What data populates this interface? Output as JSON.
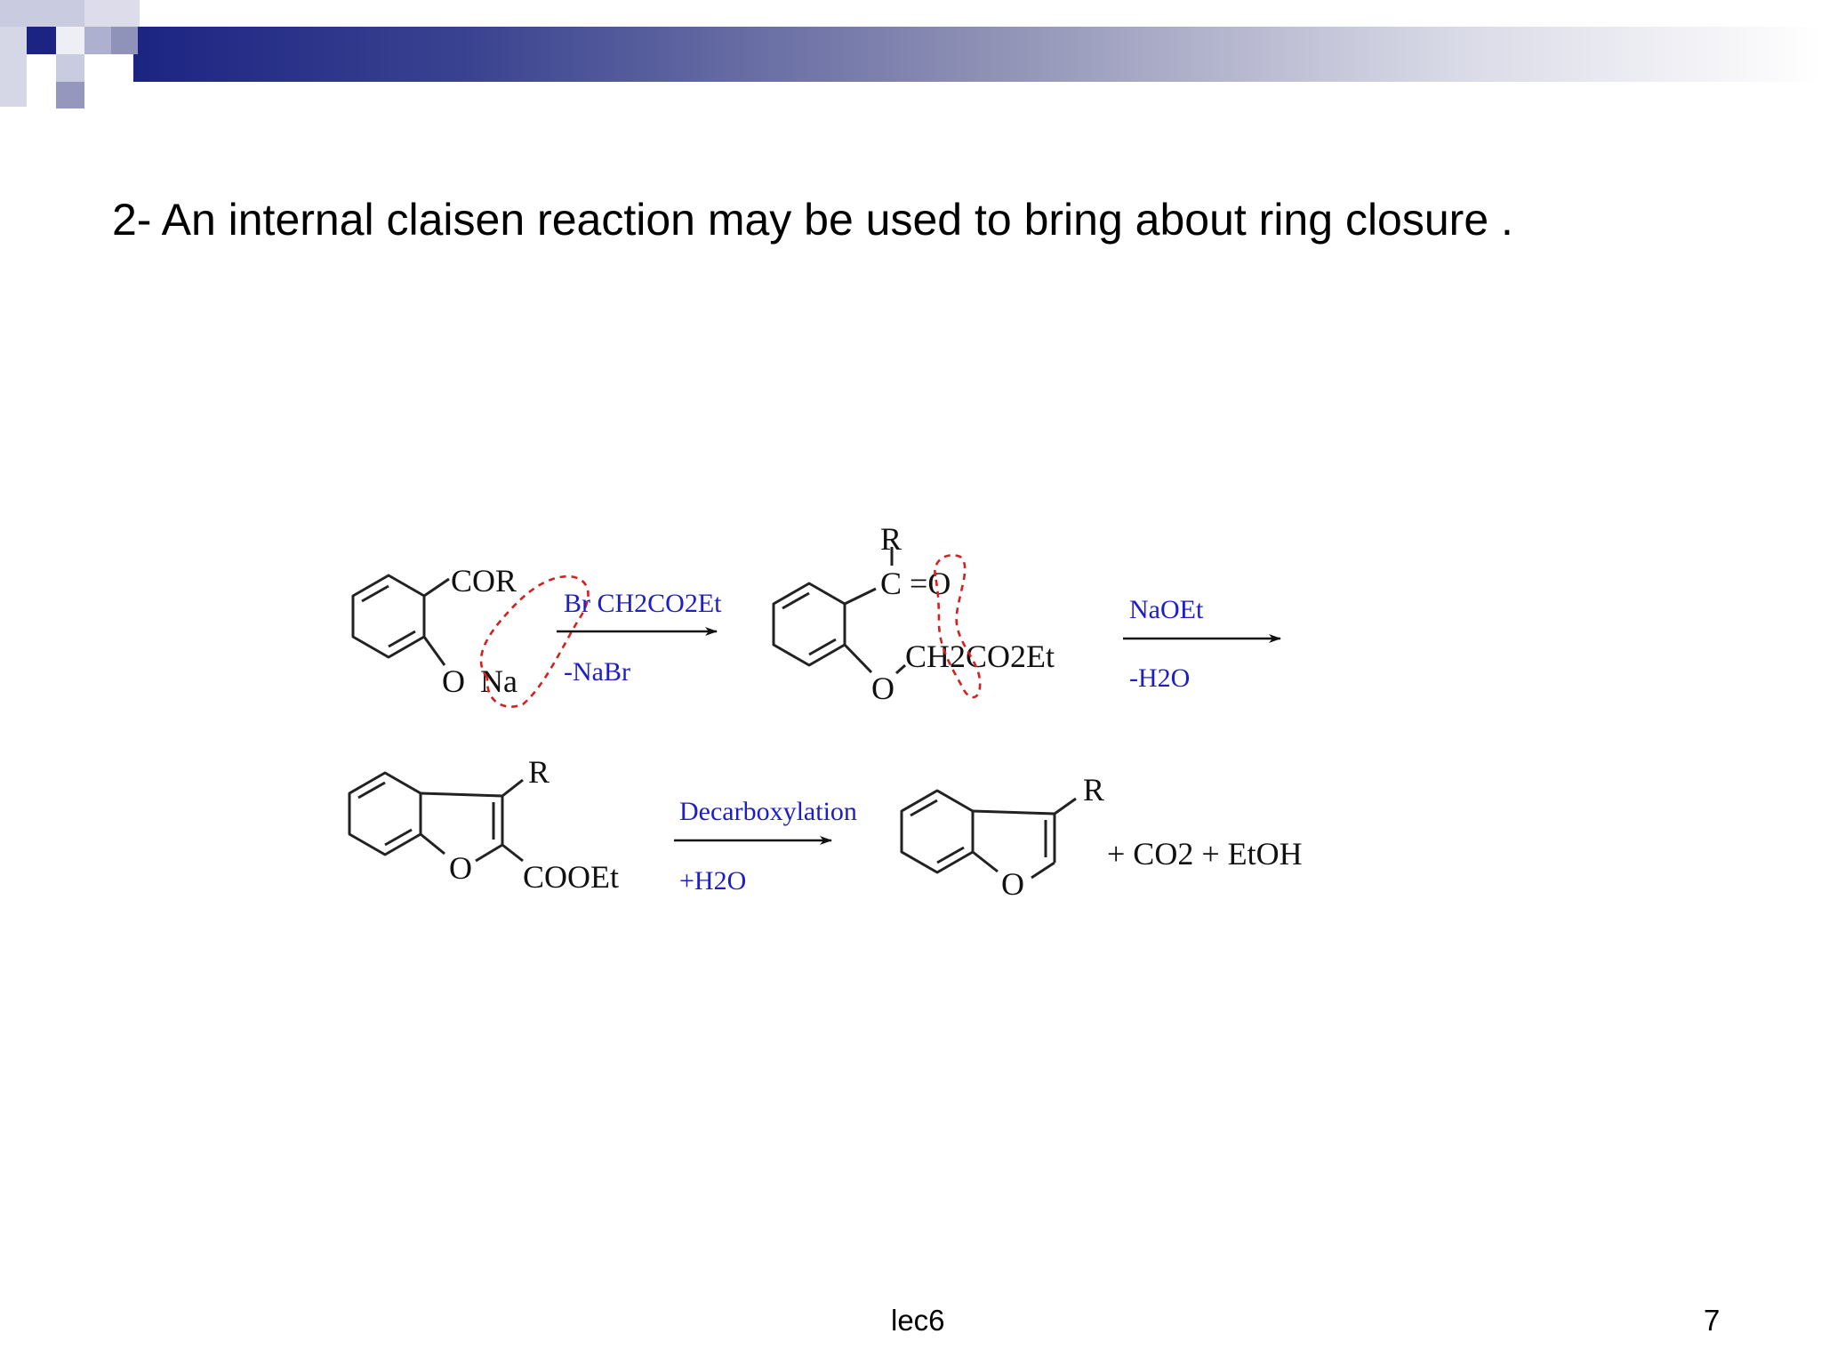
{
  "slide": {
    "title": "2- An internal claisen reaction may be used to bring about ring closure .",
    "footer_center": "lec6",
    "page_number": "7",
    "colors": {
      "header_dark": "#1c2483",
      "reagent_text": "#1d1dc9",
      "highlight_dashed": "#d42020"
    }
  },
  "scheme": {
    "reactant": {
      "substituent_top": "COR",
      "substituent_o": "O",
      "substituent_na": "Na"
    },
    "step1": {
      "reagent_above": "Br CH2CO2Et",
      "reagent_below": "-NaBr"
    },
    "intermediate": {
      "r_label": "R",
      "carbonyl": "C =O",
      "ether_o": "O",
      "side_chain": "CH2CO2Et"
    },
    "step2": {
      "reagent_above": "NaOEt",
      "reagent_below": "-H2O"
    },
    "ester": {
      "r_label": "R",
      "ring_o": "O",
      "ester_group": "COOEt"
    },
    "step3": {
      "reagent_above": "Decarboxylation",
      "reagent_below": "+H2O"
    },
    "product": {
      "r_label": "R",
      "ring_o": "O",
      "byproducts": "+ CO2 + EtOH"
    }
  }
}
